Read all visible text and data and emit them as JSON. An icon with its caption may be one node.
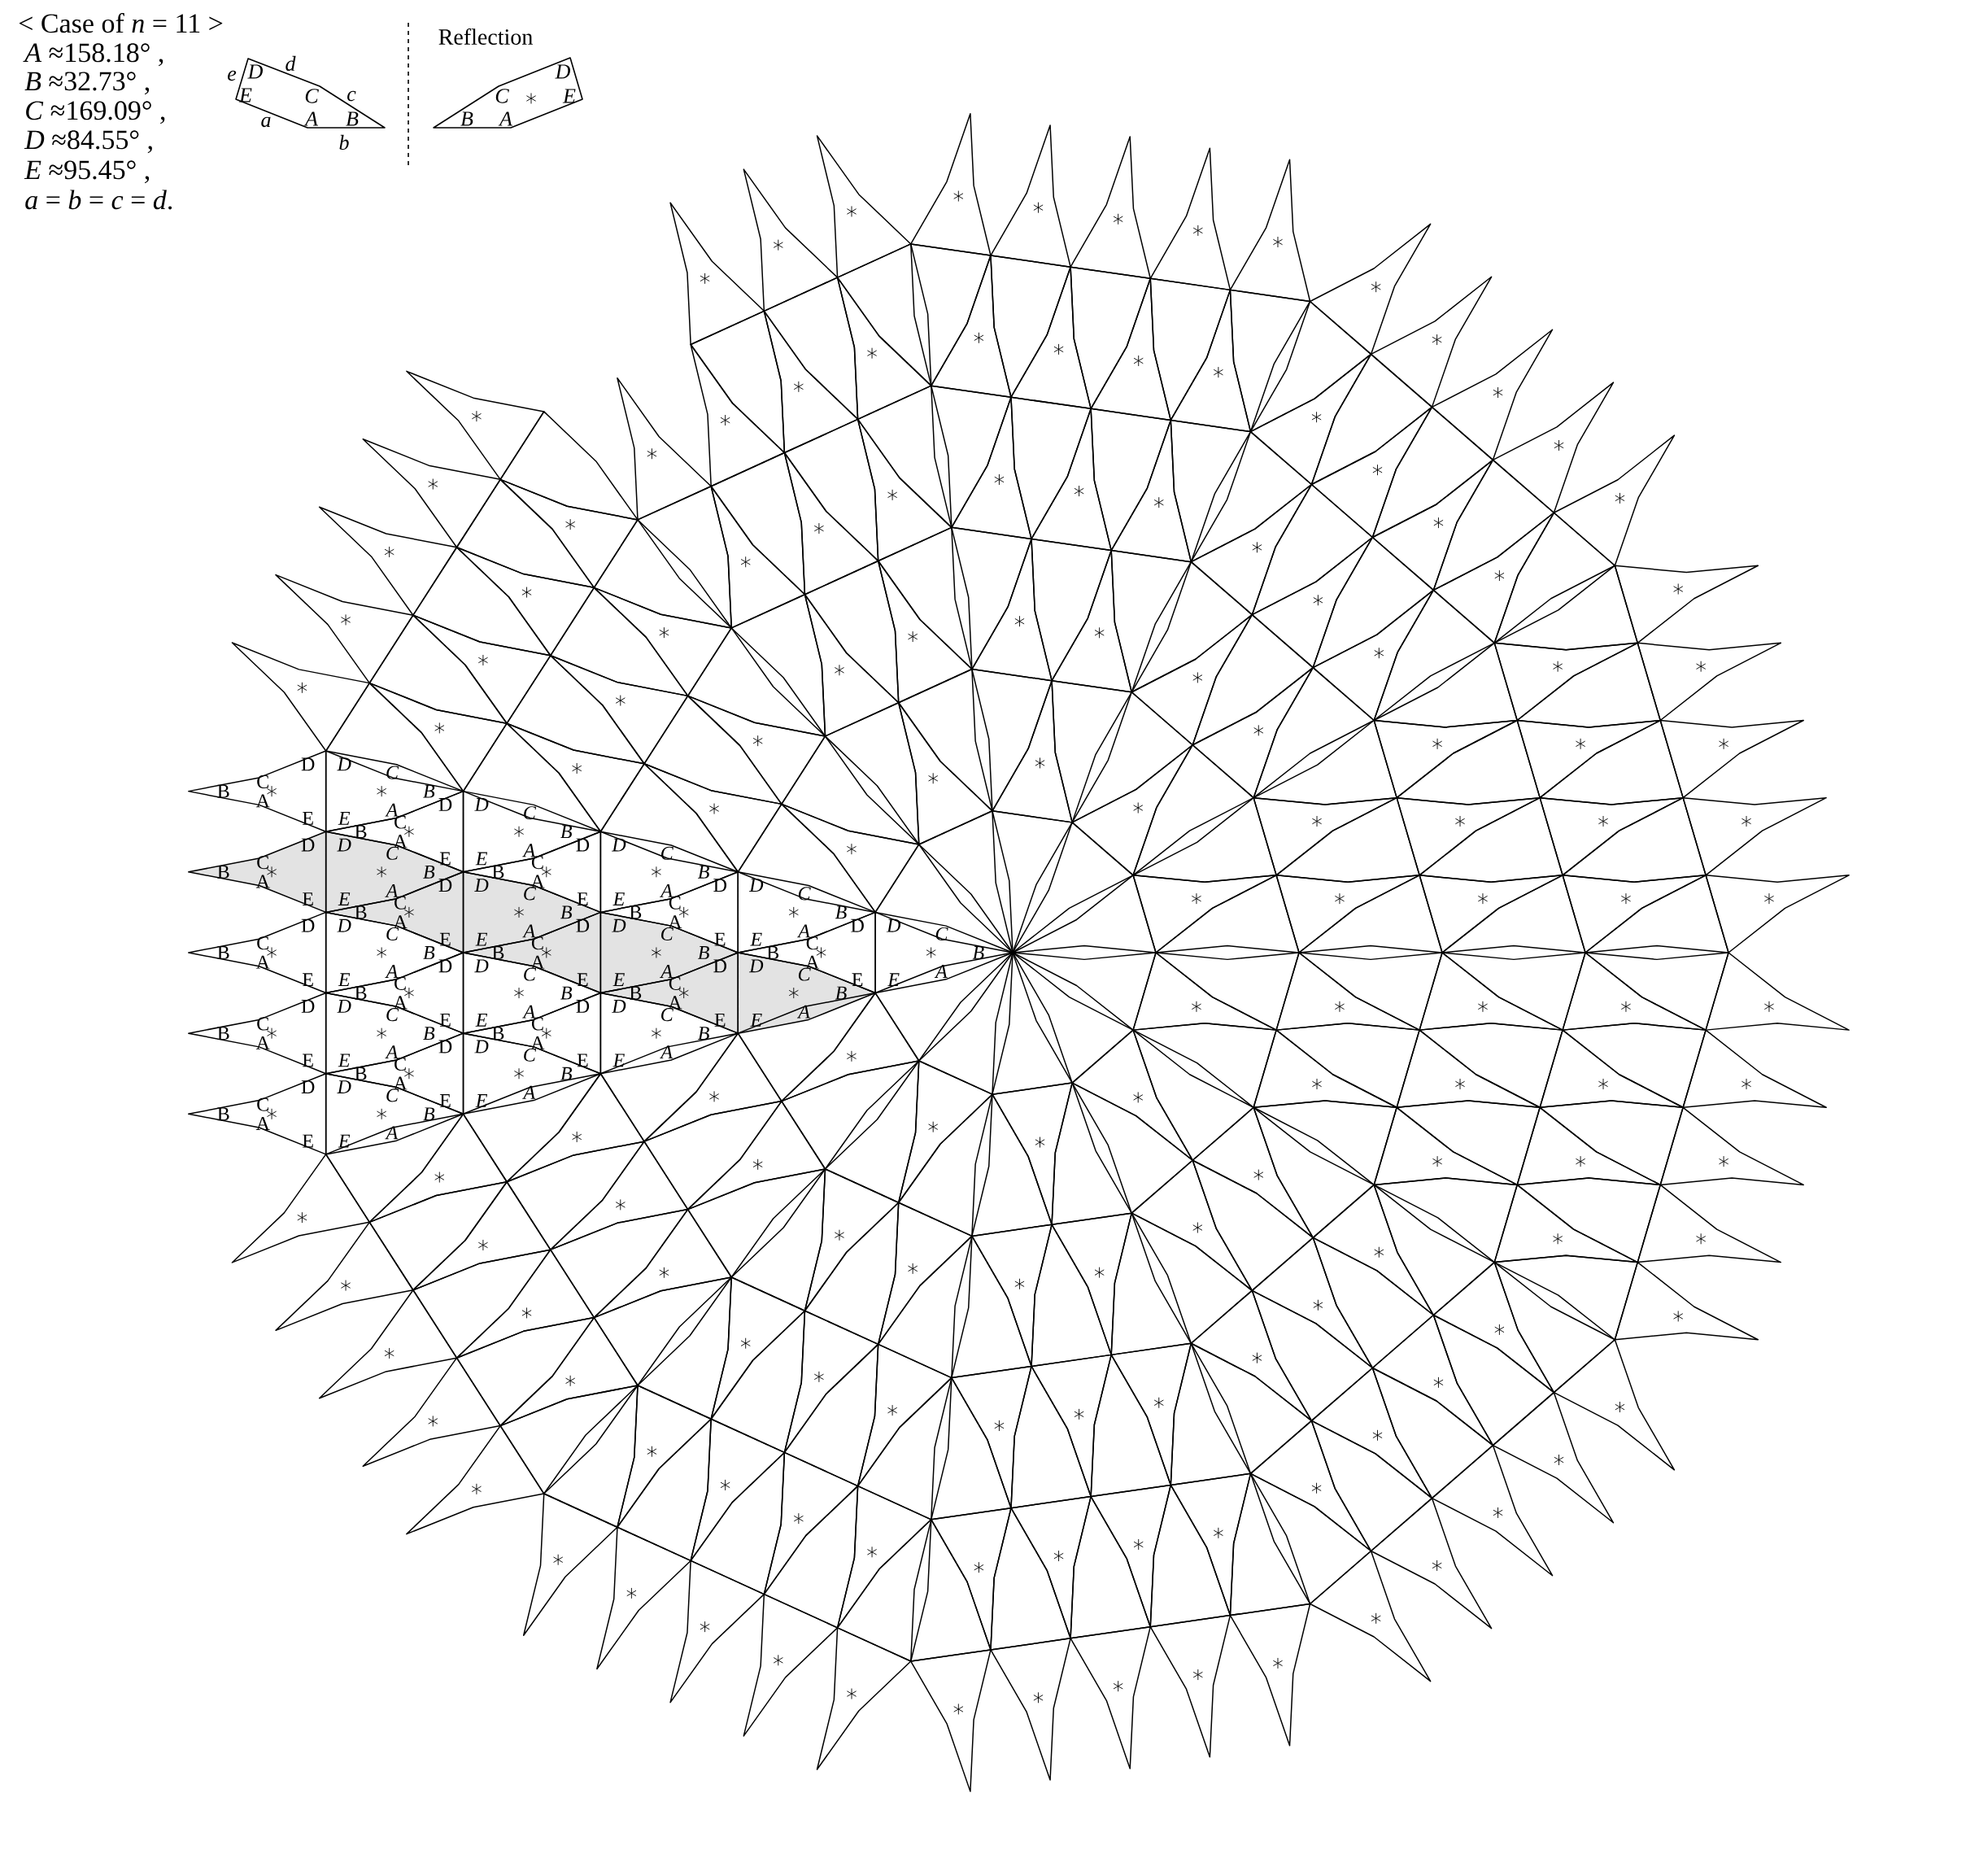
{
  "diagram": {
    "labels": [
      "< Case of *n* = 11 >",
      "*A* ≈158.18° ,",
      "*B* ≈32.73° ,",
      "*C* ≈169.09° ,",
      "*D* ≈84.55° ,",
      "*E* ≈95.45° ,",
      "*a* = *b* = *c* = *d*.",
      "Reflection",
      "e",
      "D",
      "d",
      "E",
      "C",
      "c",
      "a",
      "A",
      "B",
      "b",
      "D",
      "C",
      "E",
      "B",
      "A",
      "D",
      "E",
      "A",
      "B",
      "C",
      "D",
      "E",
      "A",
      "B",
      "C",
      "D",
      "E",
      "A",
      "B",
      "C",
      "D",
      "E",
      "A",
      "B",
      "C",
      "D",
      "E",
      "A",
      "B",
      "C",
      "D",
      "E",
      "A",
      "B",
      "C",
      "D",
      "E",
      "A",
      "B",
      "C",
      "D",
      "E",
      "A",
      "B",
      "C",
      "D",
      "E",
      "A",
      "B",
      "C",
      "D",
      "E",
      "A",
      "B",
      "C",
      "D",
      "E",
      "A",
      "B",
      "C",
      "D",
      "E",
      "A",
      "B",
      "C",
      "D",
      "E",
      "A",
      "B",
      "C",
      "D",
      "E",
      "A",
      "B",
      "C",
      "D",
      "E",
      "A",
      "B",
      "C",
      "D",
      "E",
      "A",
      "B",
      "C",
      "D",
      "E",
      "A",
      "B",
      "C",
      "D",
      "E",
      "A",
      "B",
      "C",
      "D",
      "E",
      "A",
      "B",
      "C",
      "D",
      "E",
      "A",
      "B",
      "C",
      "D",
      "E",
      "A",
      "B",
      "C",
      "D",
      "E",
      "A",
      "B",
      "C",
      "D",
      "E",
      "A",
      "B",
      "C",
      "D",
      "E",
      "A",
      "B",
      "C",
      "D",
      "E",
      "A",
      "B",
      "C",
      "D",
      "E",
      "A",
      "B",
      "C",
      "D",
      "E",
      "A",
      "B",
      "C",
      "D",
      "E",
      "A",
      "B",
      "C",
      "D",
      "E",
      "A",
      "B",
      "C",
      "D",
      "E",
      "A",
      "B",
      "C"
    ]
  }
}
